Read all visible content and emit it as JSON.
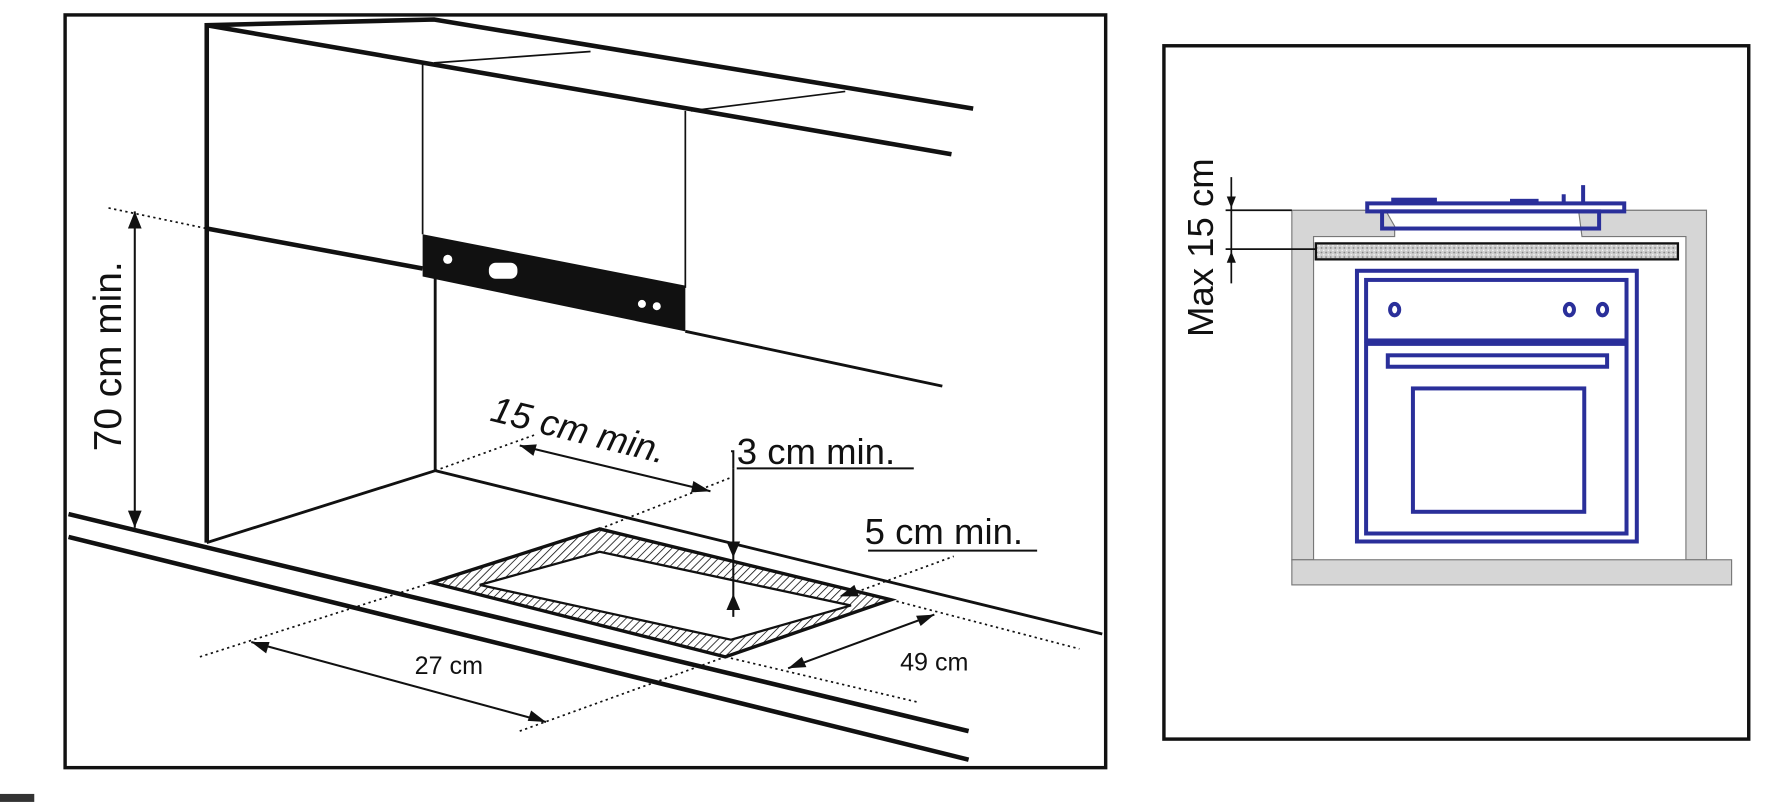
{
  "left_panel": {
    "labels": {
      "height_min": "70 cm min.",
      "side_min": "15 cm min.",
      "back_min": "3 cm min.",
      "front_min": "5 cm min.",
      "width": "27 cm",
      "depth": "49 cm"
    }
  },
  "right_panel": {
    "labels": {
      "max_gap": "Max 15 cm"
    }
  },
  "colors": {
    "line": "#111111",
    "appliance": "#2a2f9a",
    "wall": "#d6d6d6"
  }
}
